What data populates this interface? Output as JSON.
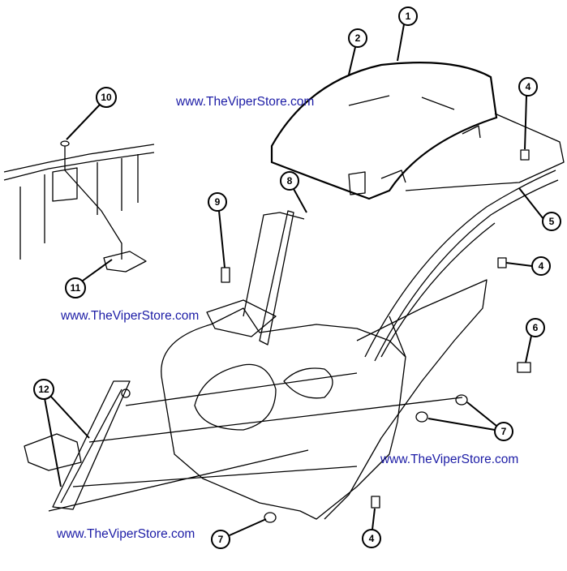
{
  "watermarks": [
    "www.TheViperStore.com",
    "www.TheViperStore.com",
    "www.TheViperStore.com",
    "www.TheViperStore.com"
  ],
  "callouts": [
    "1",
    "2",
    "4",
    "5",
    "4",
    "6",
    "7",
    "7",
    "4",
    "8",
    "9",
    "10",
    "11",
    "12"
  ]
}
